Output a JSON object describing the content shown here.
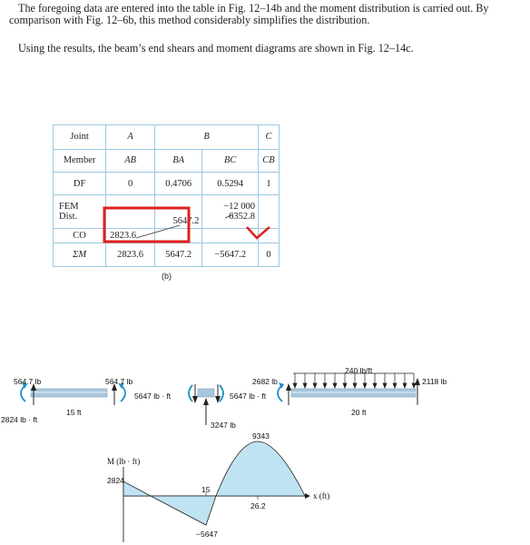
{
  "paragraphs": {
    "p1": "The foregoing data are entered into the table in Fig. 12–14b and the moment distribution is carried out. By comparison with Fig. 12–6b, this method considerably simplifies the distribution.",
    "p2": "Using the results, the beam’s end shears and moment diagrams are shown in Fig. 12–14c."
  },
  "table": {
    "joint_label": "Joint",
    "joints": [
      "A",
      "B",
      "C"
    ],
    "member_label": "Member",
    "members": [
      "AB",
      "BA",
      "BC",
      "CB"
    ],
    "df_label": "DF",
    "df": [
      "0",
      "0.4706",
      "0.5294",
      "1"
    ],
    "fem_label": "FEM",
    "dist_label": "Dist.",
    "fem_bc": "−12 000",
    "dist_ba": "5647.2",
    "dist_bc": "6352.8",
    "co_label": "CO",
    "co_ab": "2823.6",
    "sum_label": "ΣM",
    "sum": [
      "2823.6",
      "5647.2",
      "−5647.2",
      "0"
    ]
  },
  "fig_b_caption": "(b)",
  "beam": {
    "a_shear": "564.7 lb",
    "a_moment": "2824 lb · ft",
    "span1": "15 ft",
    "b_shear_left": "564.7 lb",
    "b_moment_left": "5647 lb · ft",
    "b_reaction": "3247 lb",
    "b_shear_right": "2682 lb",
    "b_moment_right": "5647 lb · ft",
    "load": "240 lb/ft",
    "c_shear": "2118 lb",
    "span2": "20 ft"
  },
  "moment_diagram": {
    "ylabel": "M (lb · ft)",
    "xlabel": "x (ft)",
    "v_2824": "2824",
    "v_15": "15",
    "v_neg5647": "−5647",
    "v_9343": "9343",
    "v_262": "26.2"
  },
  "colors": {
    "highlight": "#e0201e",
    "table_border": "#7fb3d5",
    "diagram_fill": "#bfe3f2",
    "beam": "#a9c7dc"
  }
}
